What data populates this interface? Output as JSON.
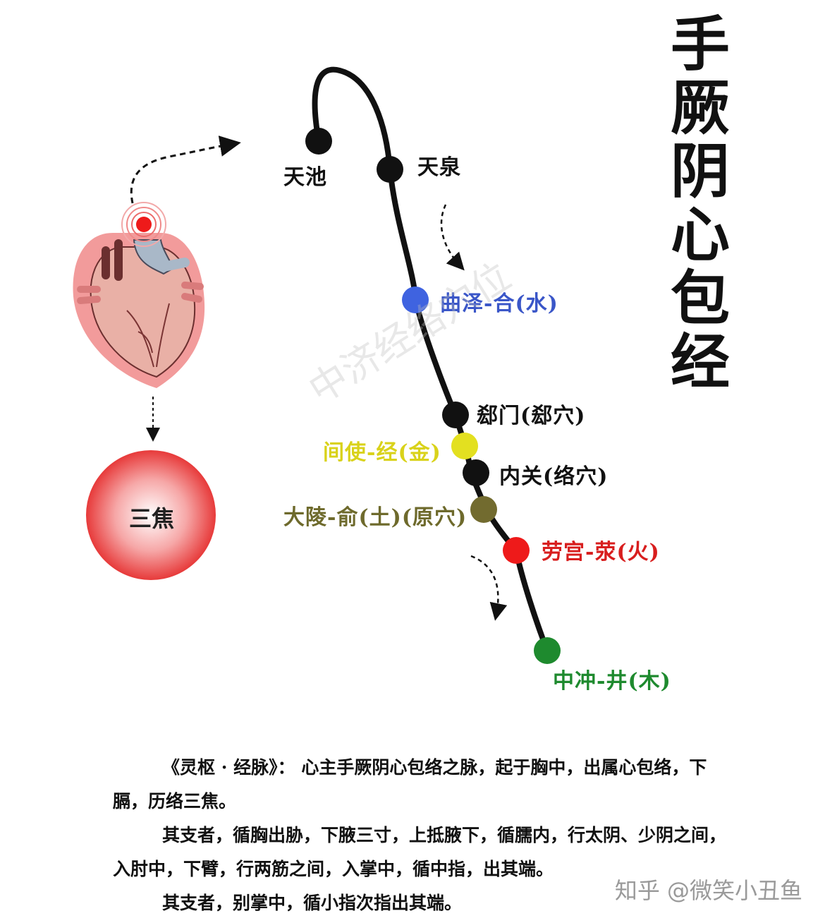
{
  "title": [
    "手",
    "厥",
    "阴",
    "心",
    "包",
    "经"
  ],
  "organ": {
    "name": "三焦"
  },
  "watermark": "中济经络穴位",
  "acupoints": [
    {
      "name": "天池",
      "color": "#111111",
      "dot": "#111111"
    },
    {
      "name": "天泉",
      "color": "#111111",
      "dot": "#111111"
    },
    {
      "name": "曲泽-合(水)",
      "color": "#3a56c8",
      "dot": "#3f63e0"
    },
    {
      "name": "郄门(郄穴)",
      "color": "#111111",
      "dot": "#111111"
    },
    {
      "name": "间使-经(金)",
      "color": "#d9d21a",
      "dot": "#e3e020"
    },
    {
      "name": "内关(络穴)",
      "color": "#111111",
      "dot": "#111111"
    },
    {
      "name": "大陵-俞(土)(原穴)",
      "color": "#6e6a2c",
      "dot": "#726b2f"
    },
    {
      "name": "劳宫-荥(火)",
      "color": "#d81e1e",
      "dot": "#ee1a1a"
    },
    {
      "name": "中冲-井(木)",
      "color": "#1e8a2e",
      "dot": "#1e8a2e"
    }
  ],
  "text": {
    "p1": "《灵枢 · 经脉》： 心主手厥阴心包络之脉，起于胸中，出属心包络，下膈，历络三焦。",
    "p2": "其支者，循胸出胁，下腋三寸，上抵腋下，循臑内，行太阴、少阴之间，入肘中，下臂，行两筋之间，入掌中，循中指，出其端。",
    "p3": "其支者，别掌中，循小指次指出其端。"
  },
  "credit": "知乎 @微笑小丑鱼"
}
